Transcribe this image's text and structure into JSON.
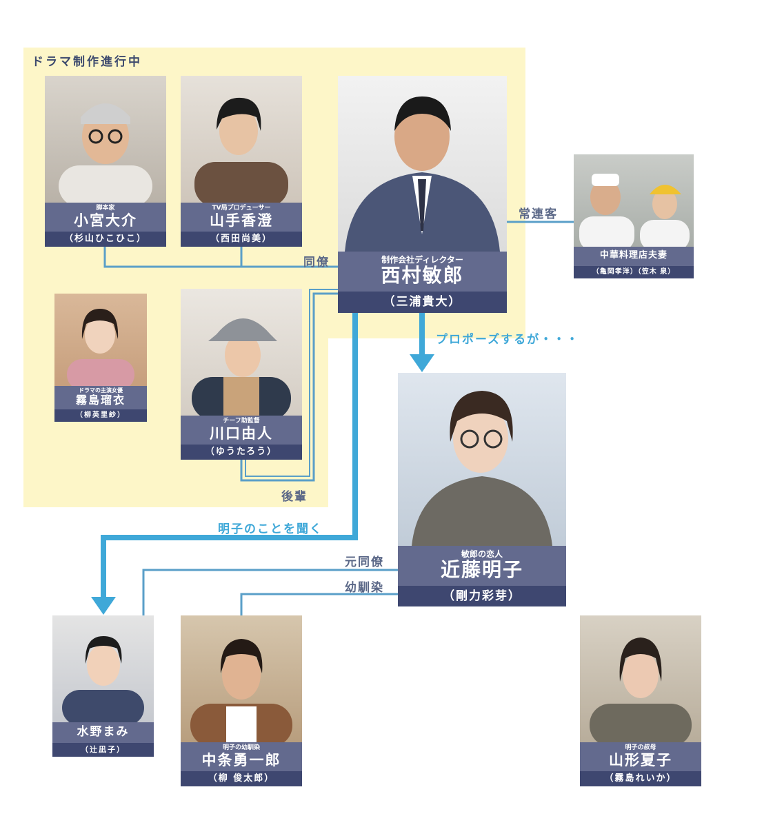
{
  "group": {
    "label": "ドラマ制作進行中"
  },
  "relations": {
    "douryou": "同僚",
    "jouren": "常連客",
    "propose": "プロポーズするが・・・",
    "kouhai": "後輩",
    "kiku": "明子のことを聞く",
    "moto_douryou": "元同僚",
    "osananajimi": "幼馴染"
  },
  "characters": [
    {
      "id": "komiya",
      "role": "脚本家",
      "name": "小宮大介",
      "actor": "（杉山ひこひこ）"
    },
    {
      "id": "yamate",
      "role": "TV局プロデューサー",
      "name": "山手香澄",
      "actor": "（西田尚美）"
    },
    {
      "id": "nishimura",
      "role": "制作会社ディレクター",
      "name": "西村敏郎",
      "actor": "（三浦貴大）"
    },
    {
      "id": "chuka",
      "role": "",
      "name": "中華料理店夫妻",
      "actor": "（亀岡孝洋）（笠木 泉）"
    },
    {
      "id": "kirishima",
      "role": "ドラマの主演女優",
      "name": "霧島瑠衣",
      "actor": "（柳英里紗）"
    },
    {
      "id": "kawaguchi",
      "role": "チーフ助監督",
      "name": "川口由人",
      "actor": "（ゆうたろう）"
    },
    {
      "id": "kondo",
      "role": "敏郎の恋人",
      "name": "近藤明子",
      "actor": "（剛力彩芽）"
    },
    {
      "id": "mizuno",
      "role": "",
      "name": "水野まみ",
      "actor": "（辻凪子）"
    },
    {
      "id": "chujo",
      "role": "明子の幼馴染",
      "name": "中条勇一郎",
      "actor": "（柳 俊太郎）"
    },
    {
      "id": "yamagata",
      "role": "明子の叔母",
      "name": "山形夏子",
      "actor": "（霧島れいか）"
    }
  ],
  "colors": {
    "group_bg": "#fdf6c8",
    "plate": "#636a8e",
    "actor_plate": "#3e4770",
    "arrow": "#3fa8d8",
    "line": "#5a9fc8"
  }
}
